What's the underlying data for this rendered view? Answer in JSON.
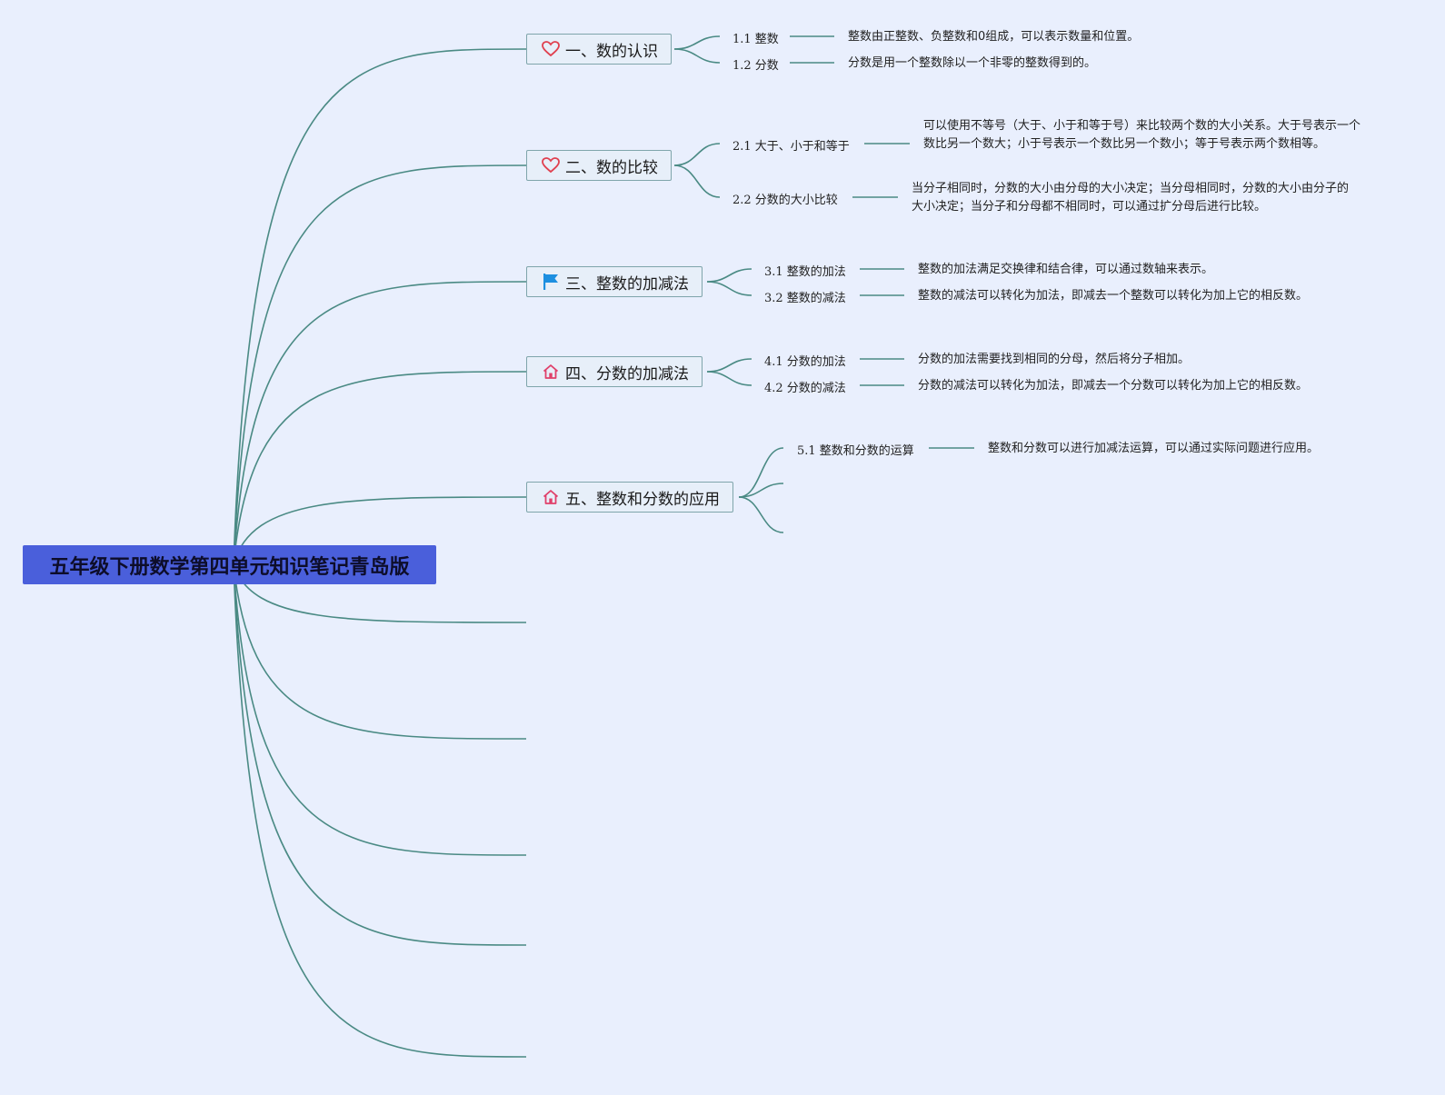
{
  "root": {
    "title": "五年级下册数学第四单元知识笔记青岛版"
  },
  "topics": [
    {
      "label": "一、数的认识",
      "icon": "heart-icon",
      "children": [
        {
          "label": "1.1 整数",
          "note": "整数由正整数、负整数和0组成，可以表示数量和位置。"
        },
        {
          "label": "1.2 分数",
          "note": "分数是用一个整数除以一个非零的整数得到的。"
        }
      ]
    },
    {
      "label": "二、数的比较",
      "icon": "heart-icon",
      "children": [
        {
          "label": "2.1 大于、小于和等于",
          "note": "可以使用不等号（大于、小于和等于号）来比较两个数的大小关系。大于号表示一个数比另一个数大；小于号表示一个数比另一个数小；等于号表示两个数相等。"
        },
        {
          "label": "2.2 分数的大小比较",
          "note": "当分子相同时，分数的大小由分母的大小决定；当分母相同时，分数的大小由分子的大小决定；当分子和分母都不相同时，可以通过扩分母后进行比较。"
        }
      ]
    },
    {
      "label": "三、整数的加减法",
      "icon": "flag-icon",
      "children": [
        {
          "label": "3.1 整数的加法",
          "note": "整数的加法满足交换律和结合律，可以通过数轴来表示。"
        },
        {
          "label": "3.2 整数的减法",
          "note": "整数的减法可以转化为加法，即减去一个整数可以转化为加上它的相反数。"
        }
      ]
    },
    {
      "label": "四、分数的加减法",
      "icon": "house-icon",
      "children": [
        {
          "label": "4.1 分数的加法",
          "note": "分数的加法需要找到相同的分母，然后将分子相加。"
        },
        {
          "label": "4.2 分数的减法",
          "note": "分数的减法可以转化为加法，即减去一个分数可以转化为加上它的相反数。"
        }
      ]
    },
    {
      "label": "五、整数和分数的应用",
      "icon": "house-icon",
      "children": [
        {
          "label": "5.1 整数和分数的运算",
          "note": "整数和分数可以进行加减法运算，可以通过实际问题进行应用。"
        }
      ]
    }
  ],
  "colors": {
    "background": "#e9effd",
    "root_fill": "#4a5fdb",
    "line": "#4a8a84",
    "topic_border": "#7fa5ab",
    "heart": "#e0404f",
    "flag": "#1d8fe0",
    "house": "#e0406a"
  }
}
